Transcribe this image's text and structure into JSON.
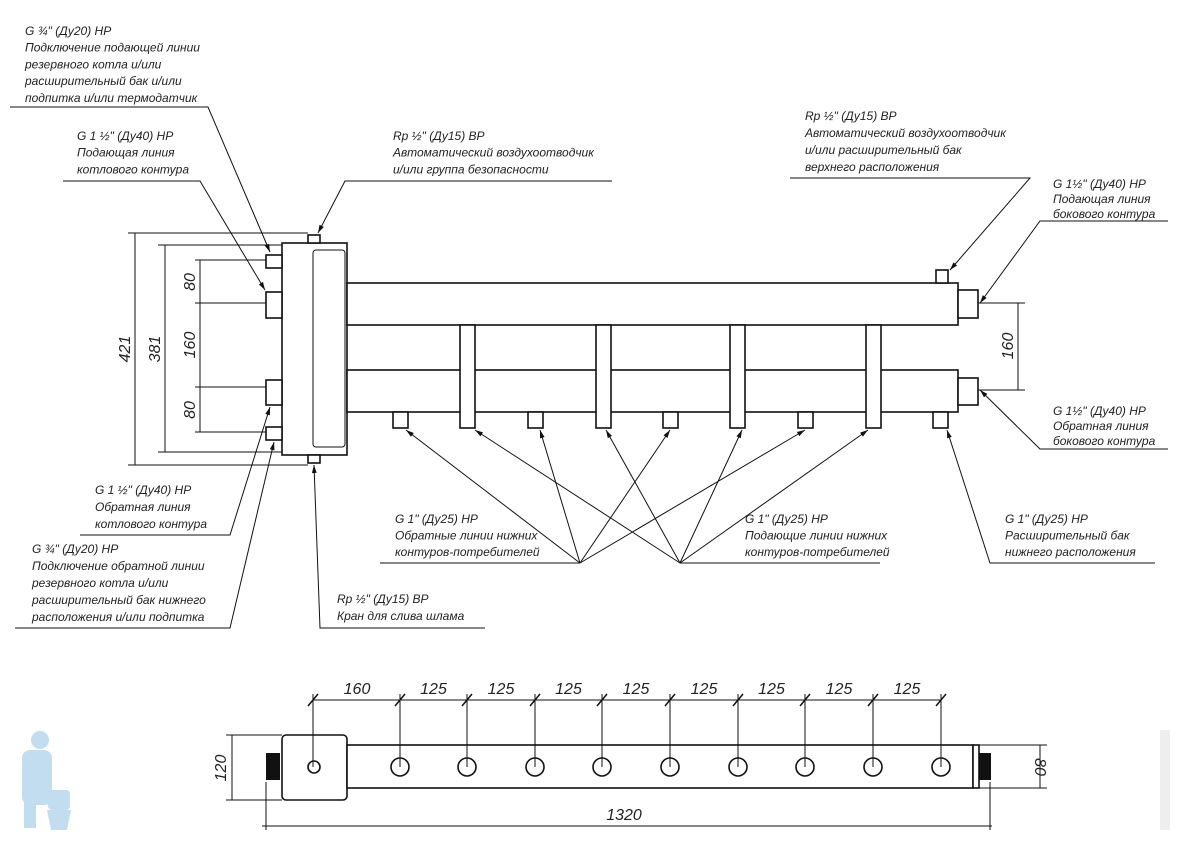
{
  "callouts": [
    {
      "id": "backup-boiler-supply",
      "lines": [
        "G ¾\" (Ду20) НР",
        "Подключение подающей линии",
        "резервного котла и/или",
        "расширительный бак и/или",
        "подпитка и/или термодатчик"
      ]
    },
    {
      "id": "boiler-supply",
      "lines": [
        "G 1 ½\" (Ду40) НР",
        "Подающая линия",
        "котлового контура"
      ]
    },
    {
      "id": "air-vent-safety",
      "lines": [
        "Rp ½\" (Ду15) ВР",
        "Автоматический воздухоотводчик",
        "и/или группа безопасности"
      ]
    },
    {
      "id": "air-vent-top-tank",
      "lines": [
        "Rp ½\" (Ду15) ВР",
        "Автоматический воздухоотводчик",
        "и/или расширительный бак",
        "верхнего расположения"
      ]
    },
    {
      "id": "side-supply",
      "lines": [
        "G 1½\" (Ду40) НР",
        "Подающая линия",
        "бокового контура"
      ]
    },
    {
      "id": "side-return",
      "lines": [
        "G 1½\" (Ду40) НР",
        "Обратная линия",
        "бокового контура"
      ]
    },
    {
      "id": "boiler-return",
      "lines": [
        "G 1 ½\" (Ду40) НР",
        "Обратная линия",
        "котлового контура"
      ]
    },
    {
      "id": "backup-boiler-return",
      "lines": [
        "G ¾\" (Ду20) НР",
        "Подключение обратной линии",
        "резервного котла и/или",
        "расширительный бак нижнего",
        "расположения и/или подпитка"
      ]
    },
    {
      "id": "sludge-drain",
      "lines": [
        "Rp ½\" (Ду15) ВР",
        "Кран для слива шлама"
      ]
    },
    {
      "id": "consumer-returns",
      "lines": [
        "G 1\" (Ду25) НР",
        "Обратные линии нижних",
        "контуров-потребителей"
      ]
    },
    {
      "id": "consumer-supplies",
      "lines": [
        "G 1\" (Ду25) НР",
        "Подающие линии нижних",
        "контуров-потребителей"
      ]
    },
    {
      "id": "bottom-tank",
      "lines": [
        "G 1\" (Ду25) НР",
        "Расширительный бак",
        "нижнего расположения"
      ]
    }
  ],
  "front_dimensions": {
    "overall_height": "421",
    "body_height": "381",
    "top_offset": "80",
    "pipe_spacing": "160",
    "bottom_offset": "80",
    "right_spacing": "160"
  },
  "top_dimensions": {
    "first_spacing": "160",
    "spacings": [
      "125",
      "125",
      "125",
      "125",
      "125",
      "125",
      "125",
      "125"
    ],
    "body_width": "120",
    "pipe_width": "80",
    "overall_length": "1320"
  },
  "logo": {
    "name": "plumber-mascot-logo",
    "color": "#a9cde8"
  }
}
